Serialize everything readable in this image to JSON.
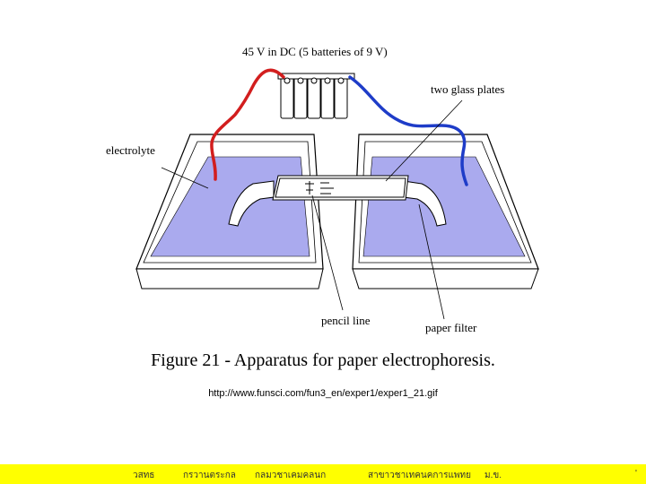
{
  "diagram": {
    "labels": {
      "voltage": "45 V in DC (5 batteries of 9 V)",
      "glass_plates": "two glass plates",
      "electrolyte": "electrolyte",
      "pencil_line": "pencil line",
      "paper_filter": "paper filter"
    },
    "caption": "Figure 21 - Apparatus for paper electrophoresis.",
    "colors": {
      "positive_wire": "#d21e1e",
      "negative_wire": "#1e3cc8",
      "electrolyte_fill": "#aaaaee",
      "tray_fill": "#ffffff"
    }
  },
  "source_url": "http://www.funsci.com/fun3_en/exper1/exper1_21.gif",
  "footer": {
    "items": [
      "วสทธ",
      "กรวานตระกล",
      "กลมวชาเคมคลนก",
      "สาขาวชาเทคนคการแพทย",
      "ม.ข."
    ],
    "page_mark": "'"
  }
}
